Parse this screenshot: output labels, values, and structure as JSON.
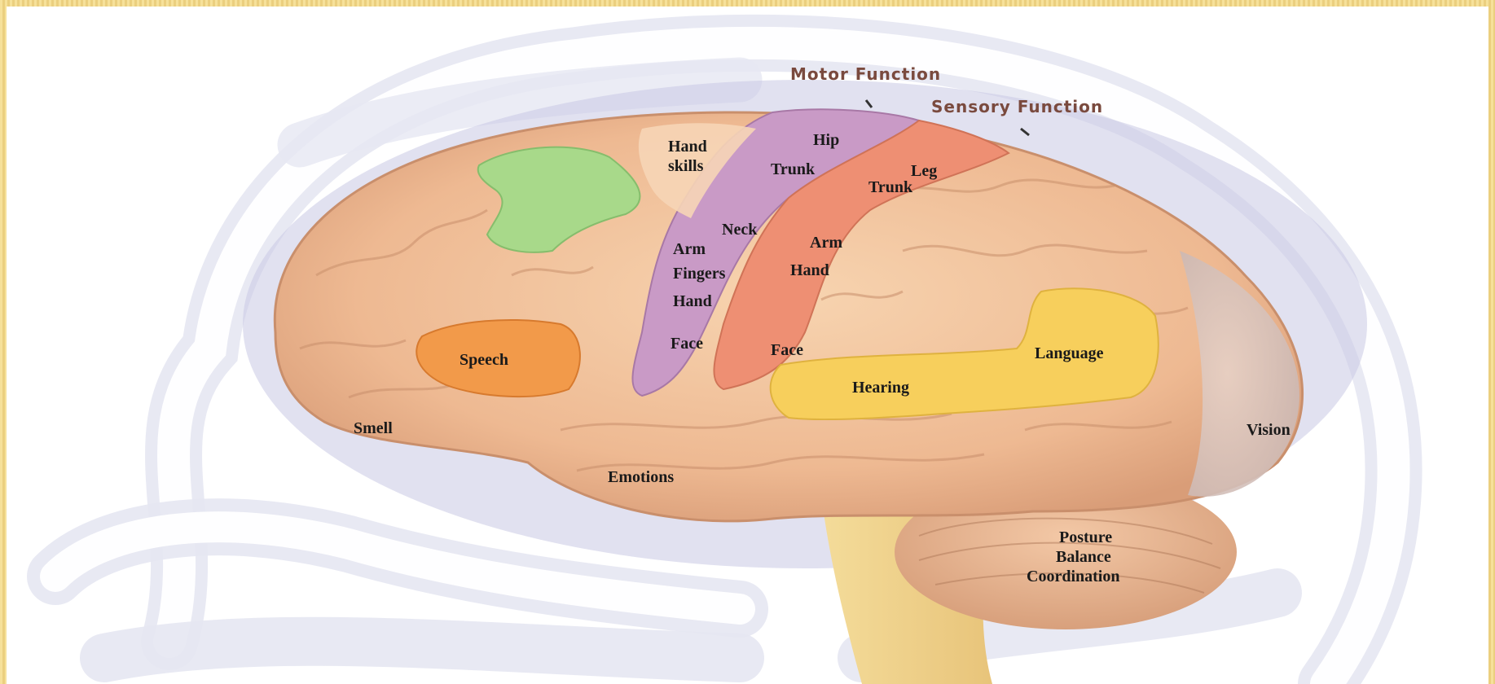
{
  "labels": {
    "motor_function": "Motor Function",
    "sensory_function": "Sensory Function",
    "hand_skills_line1": "Hand",
    "hand_skills_line2": "skills",
    "hip": "Hip",
    "trunk_motor": "Trunk",
    "leg": "Leg",
    "trunk_sensory": "Trunk",
    "neck": "Neck",
    "arm_motor": "Arm",
    "arm_sensory": "Arm",
    "fingers": "Fingers",
    "hand_motor": "Hand",
    "hand_sensory": "Hand",
    "speech": "Speech",
    "face_motor": "Face",
    "face_sensory": "Face",
    "language": "Language",
    "hearing": "Hearing",
    "smell": "Smell",
    "vision": "Vision",
    "emotions": "Emotions",
    "posture": "Posture",
    "balance": "Balance",
    "coordination": "Coordination"
  },
  "colors": {
    "background_frame": "#f3dc93",
    "brain_base": "#f1c29a",
    "motor_strip": "#c99ac6",
    "sensory_strip": "#ee8f73",
    "speech_area": "#f29a4a",
    "hearing_language": "#f7cf5c",
    "premotor_area": "#a8d98a",
    "head_outline": "#dfe0ee"
  }
}
